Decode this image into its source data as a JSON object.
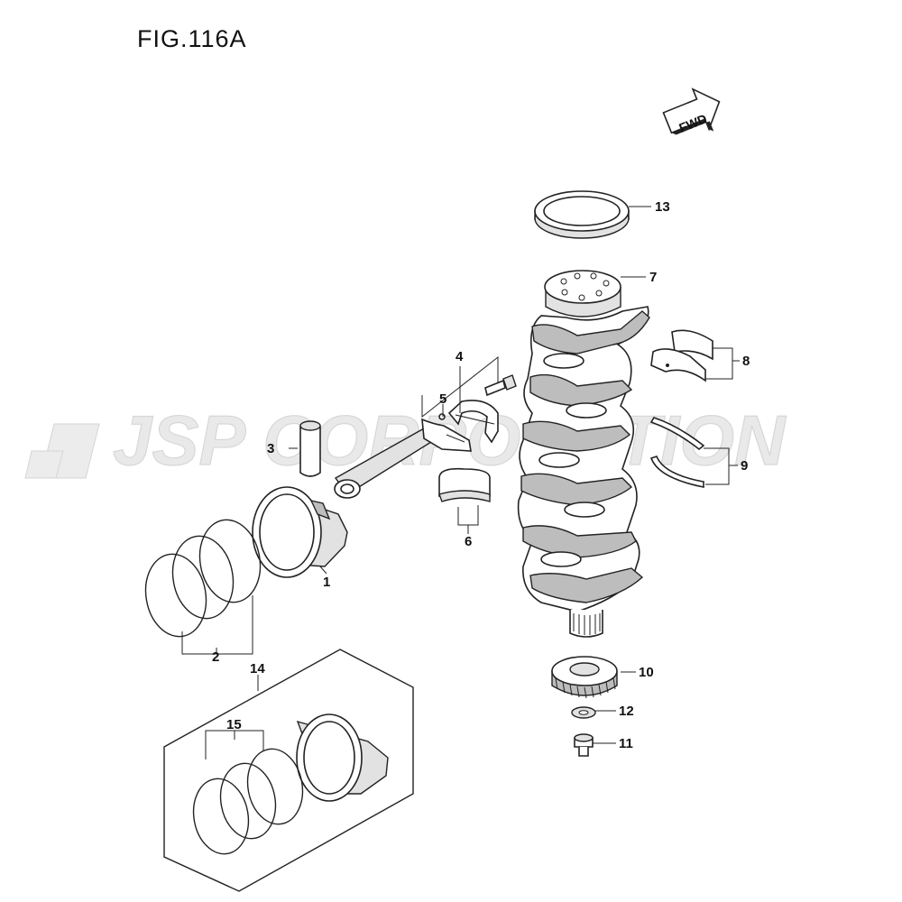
{
  "figure": {
    "title": "FIG.116A",
    "fwd_label": "FWD",
    "watermark": "JSP CORPORATION"
  },
  "callouts": {
    "p1": "1",
    "p2": "2",
    "p3": "3",
    "p4": "4",
    "p5": "5",
    "p6": "6",
    "p7": "7",
    "p8": "8",
    "p9": "9",
    "p10": "10",
    "p11": "11",
    "p12": "12",
    "p13": "13",
    "p14": "14",
    "p15": "15"
  },
  "icons": {
    "fwd_arrow": "forward-arrow-icon"
  }
}
